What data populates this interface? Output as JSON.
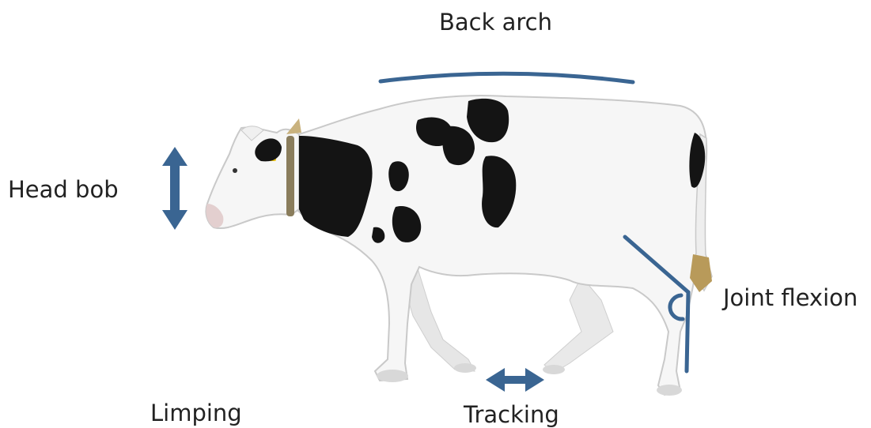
{
  "figure": {
    "labels": {
      "back_arch": "Back arch",
      "head_bob": "Head bob",
      "joint_flexion": "Joint flexion",
      "limping": "Limping",
      "tracking": "Tracking"
    },
    "colors": {
      "indicator": "#3a6592",
      "label_text": "#222222",
      "cow_body": "#f6f6f6",
      "cow_spots": "#141414",
      "cow_outline": "#c9c9c9",
      "hooves": "#d8d8d8",
      "collar": "#8a7d5c",
      "ear_tag": "#e8c21a"
    },
    "icons": [
      "vertical-double-arrow-icon",
      "horizontal-double-arrow-icon",
      "arc-line-icon",
      "angle-line-icon"
    ]
  }
}
